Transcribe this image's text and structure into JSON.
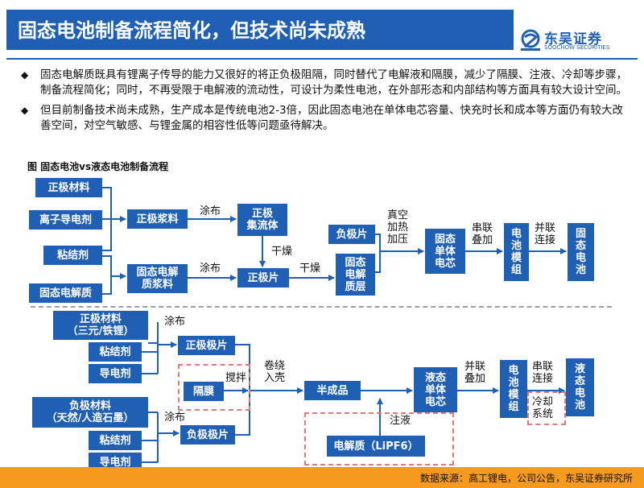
{
  "header": {
    "title": "固态电池制备流程简化，但技术尚未成熟",
    "logo_cn": "东吴证券",
    "logo_en": "SOOCHOW SECURITIES"
  },
  "bullets": [
    "固态电解质既具有锂离子传导的能力又很好的将正负极阻隔，同时替代了电解液和隔膜，减少了隔膜、注液、冷却等步骤，制备流程简化；同时，不再受限于电解液的流动性，可设计为柔性电池，在外部形态和内部结构等方面具有较大设计空间。",
    "但目前制备技术尚未成熟，生产成本是传统电池2-3倍，因此固态电池在单体电芯容量、快充时长和成本等方面仍有较大改善空间，对空气敏感、与锂金属的相容性低等问题亟待解决。"
  ],
  "figure_title": "图  固态电池vs液态电池制备流程",
  "solid": {
    "cathode_material": "正极材料",
    "ion_conductor": "离子导电剂",
    "binder": "粘结剂",
    "solid_electrolyte": "固态电解质",
    "cathode_slurry": "正极浆料",
    "cathode_collector": "正极\n集流体",
    "cathode_sheet": "正极片",
    "electrolyte_slurry": "固态电解\n质浆料",
    "anode_sheet": "负极片",
    "electrolyte_layer": "固态\n电解\n质层",
    "solid_cell": "固态\n单体\n电芯",
    "module": "电\n池\n模\n组",
    "solid_battery": "固\n态\n电\n池",
    "coating_1": "涂布",
    "coating_2": "涂布",
    "drying_1": "干燥",
    "drying_2": "干燥",
    "vacuum_press": "真空\n加热\n加压",
    "series_stack": "串联\n叠加",
    "parallel_connect": "并联\n连接"
  },
  "liquid": {
    "cathode_material": "正极材料\n（三元/铁锂）",
    "binder_1": "粘结剂",
    "conductor_1": "导电剂",
    "separator": "隔膜",
    "anode_material": "负极材料\n（天然/人造石墨）",
    "binder_2": "粘结剂",
    "conductor_2": "导电剂",
    "cathode_sheet": "正极极片",
    "anode_sheet": "负极极片",
    "semi_product": "半成品",
    "liquid_cell": "液态\n单体\n电芯",
    "module": "电\n池\n模\n组",
    "liquid_battery": "液\n态\n电\n池",
    "electrolyte": "电解质（LiPF6）",
    "cooling": "冷却\n系统",
    "coating_1": "涂布",
    "coating_2": "涂布",
    "stirring": "搅拌",
    "winding": "卷绕\n入壳",
    "injection": "注液",
    "parallel_stack": "并联\n叠加",
    "series_connect": "串联\n连接"
  },
  "footer": {
    "source": "数据来源：高工锂电，公司公告，东吴证券研究所"
  },
  "colors": {
    "box": "#1f5fb4",
    "title_bar": "#1f5fb4",
    "footer": "#f59a1e",
    "dash": "#e07a7a"
  }
}
